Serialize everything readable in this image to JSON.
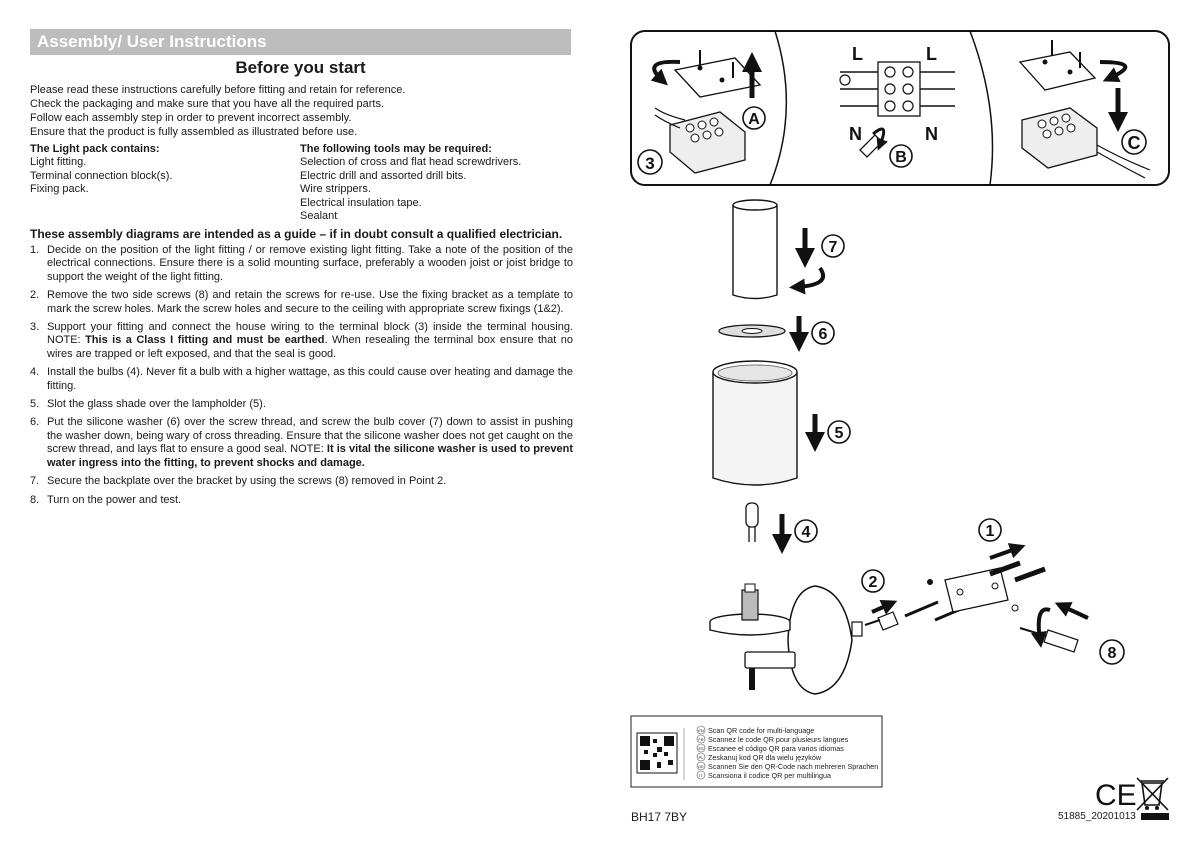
{
  "header": {
    "banner": "Assembly/ User Instructions",
    "subtitle": "Before you start"
  },
  "intro": [
    "Please read these instructions carefully before fitting and retain for reference.",
    "Check the packaging and make sure that you have all the required parts.",
    "Follow each assembly step in order to prevent incorrect assembly.",
    "Ensure that the product is fully assembled as illustrated before use."
  ],
  "pack": {
    "title": "The Light pack contains:",
    "items": [
      "Light fitting.",
      "Terminal connection block(s).",
      "Fixing pack."
    ]
  },
  "tools": {
    "title": "The following tools may be required:",
    "items": [
      "Selection of cross and flat head screwdrivers.",
      "Electric drill and assorted drill bits.",
      "Wire strippers.",
      "Electrical insulation tape.",
      "Sealant"
    ]
  },
  "guide_note": "These assembly diagrams are intended as a guide – if in doubt consult a qualified electrician.",
  "steps": [
    {
      "num": "1.",
      "text": "Decide on the position of the light fitting / or remove existing light fitting. Take a note of the position of the electrical connections. Ensure there is a solid mounting surface, preferably a wooden joist or joist bridge to support the weight of the light fitting."
    },
    {
      "num": "2.",
      "text": "Remove the two side screws (8) and retain the screws for re-use. Use the fixing bracket as a template to mark the screw holes. Mark the screw holes and secure to the ceiling with appropriate screw fixings (1&2)."
    },
    {
      "num": "3.",
      "pre": "Support your fitting and connect the house wiring to the terminal block (3) inside the terminal housing. NOTE: ",
      "bold": "This is a Class I fitting and must be earthed",
      "post": ". When resealing the terminal box ensure that no wires are trapped or left exposed, and that the seal is good."
    },
    {
      "num": "4.",
      "text": "Install the bulbs (4). Never fit a bulb with a higher wattage, as this could cause over heating and damage the fitting."
    },
    {
      "num": "5.",
      "text": "Slot the glass shade over the lampholder (5)."
    },
    {
      "num": "6.",
      "pre": "Put the silicone washer (6) over the screw thread, and screw the bulb cover (7) down to assist in pushing the washer down, being wary of cross threading. Ensure that the silicone washer does not get caught on the screw thread, and lays flat to ensure a good seal. NOTE: ",
      "bold": "It is vital the silicone washer is used to prevent water ingress into the fitting, to prevent shocks and damage.",
      "post": ""
    },
    {
      "num": "7.",
      "text": "Secure the backplate over the bracket by using the screws (8) removed in Point 2."
    },
    {
      "num": "8.",
      "text": "Turn on the power and test."
    }
  ],
  "diagram": {
    "wiring_labels": {
      "live": "L",
      "neutral": "N"
    },
    "panel_labels": [
      "A",
      "B",
      "C"
    ],
    "part_numbers": [
      "1",
      "2",
      "3",
      "4",
      "5",
      "6",
      "7",
      "8"
    ]
  },
  "qr_box": {
    "lines": [
      {
        "code": "EN",
        "text": "Scan QR code for multi-language"
      },
      {
        "code": "FR",
        "text": "Scannez le code QR pour plusieurs langues"
      },
      {
        "code": "ES",
        "text": "Escanee el código QR para varios idiomas"
      },
      {
        "code": "PL",
        "text": "Zeskanuj kod QR dla wielu języków"
      },
      {
        "code": "DE",
        "text": "Scannen Sie den QR-Code nach mehreren Sprachen"
      },
      {
        "code": "IT",
        "text": "Scansiona il codice QR per multilingua"
      }
    ]
  },
  "footer": {
    "postcode": "BH17 7BY",
    "code": "51885_20201013",
    "ce_mark": "CE"
  }
}
